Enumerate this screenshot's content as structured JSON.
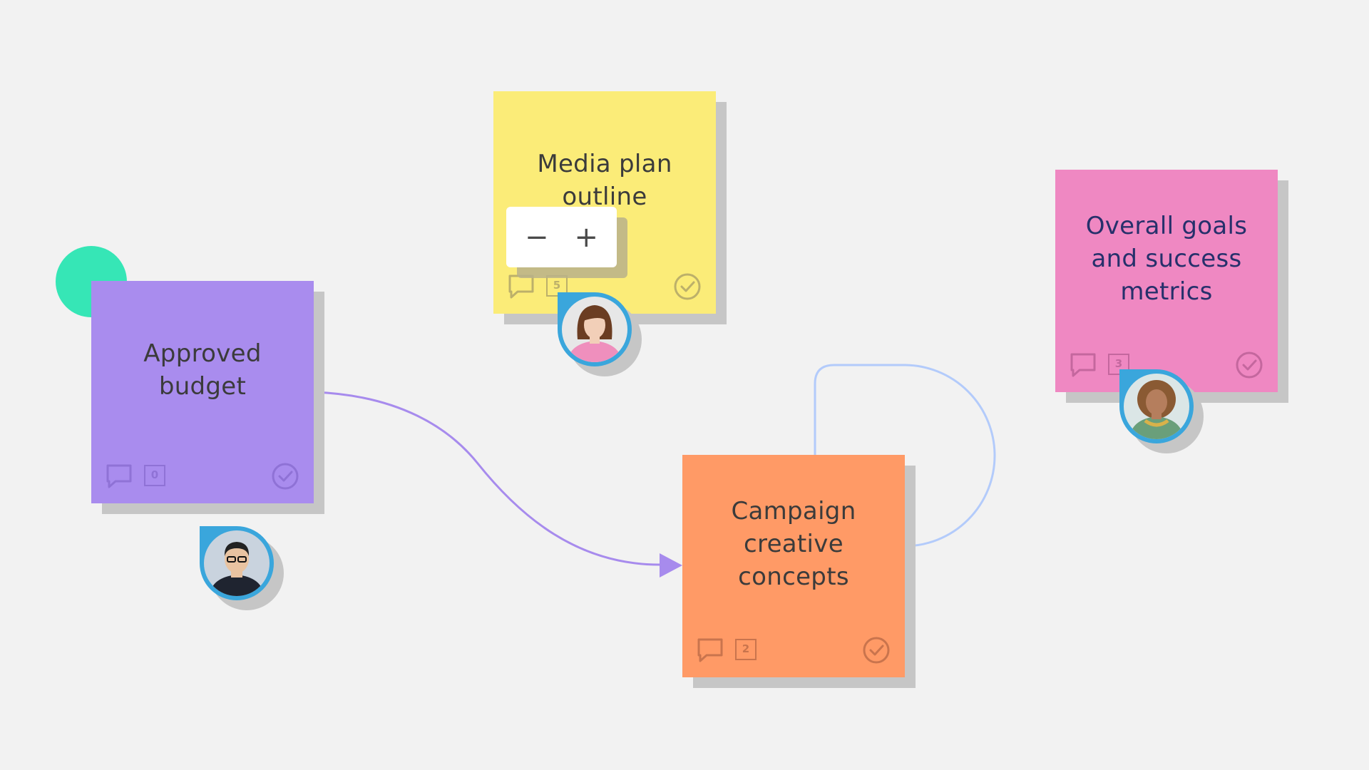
{
  "board": {
    "background": "#f2f2f2",
    "shape": {
      "name": "teal circle",
      "color": "#36e6b6"
    },
    "notes": [
      {
        "id": "approved-budget",
        "text": "Approved budget",
        "color": "#a98cee",
        "ink": "#8f72d6",
        "text_color": "#3b3b3b",
        "comment_count": "0"
      },
      {
        "id": "media-plan",
        "text": "Media plan outline",
        "color": "#fbec78",
        "ink": "#bcb06a",
        "text_color": "#3b3b3b",
        "comment_count": "5"
      },
      {
        "id": "overall-goals",
        "text": "Overall goals and success metrics",
        "color": "#ef88c2",
        "ink": "#c4679e",
        "text_color": "#26306b",
        "comment_count": "3"
      },
      {
        "id": "campaign-creative",
        "text": "Campaign creative concepts",
        "color": "#ff9a66",
        "ink": "#c9744d",
        "text_color": "#3b3b3b",
        "comment_count": "2"
      }
    ],
    "connectors": [
      {
        "from": "approved-budget",
        "to": "campaign-creative",
        "color": "#a78bed",
        "arrow": true
      },
      {
        "from": "campaign-creative",
        "to": "campaign-creative",
        "color": "#b3cbfb",
        "arrow": false
      }
    ],
    "avatars": [
      {
        "name": "collaborator-man-glasses",
        "ring": "#3aa6dc",
        "bg": "#c9d3de",
        "skin": "#e8c3a1",
        "hair": "#222222",
        "shirt": "#1f2430"
      },
      {
        "name": "collaborator-woman-pink-blazer",
        "ring": "#3aa6dc",
        "bg": "#e7e7e7",
        "skin": "#f2cfb8",
        "hair": "#6b3d22",
        "shirt": "#ef8fbd"
      },
      {
        "name": "collaborator-woman-curly-hair",
        "ring": "#3aa6dc",
        "bg": "#dbe6e6",
        "skin": "#b57e5d",
        "hair": "#8a5a33",
        "shirt": "#6a9f7a"
      }
    ],
    "zoom": {
      "minus_label": "−",
      "plus_label": "+"
    }
  }
}
